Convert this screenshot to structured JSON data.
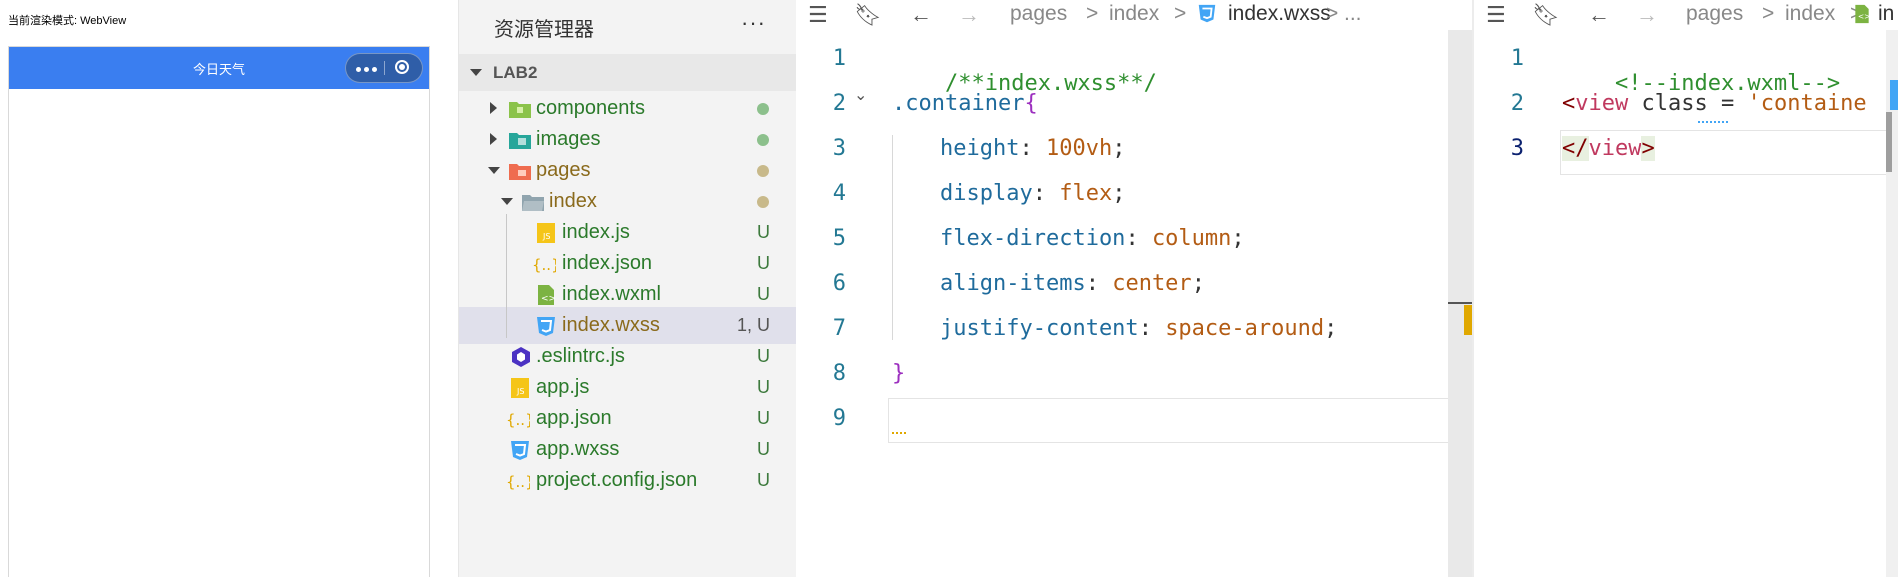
{
  "simulator": {
    "render_mode": "当前渲染模式: WebView",
    "nav_title": "今日天气"
  },
  "explorer": {
    "title": "资源管理器",
    "more": "···",
    "root": "LAB2",
    "items": [
      {
        "label": "components",
        "status": "",
        "color": "#2b7a2b"
      },
      {
        "label": "images",
        "status": "",
        "color": "#2b7a2b"
      },
      {
        "label": "pages",
        "status": "",
        "color": "#8a6a1c"
      },
      {
        "label": "index",
        "status": "",
        "color": "#8a6a1c"
      },
      {
        "label": "index.js",
        "status": "U",
        "color": "#2b7a2b"
      },
      {
        "label": "index.json",
        "status": "U",
        "color": "#2b7a2b"
      },
      {
        "label": "index.wxml",
        "status": "U",
        "color": "#2b7a2b"
      },
      {
        "label": "index.wxss",
        "status": "1, U",
        "color": "#8a6a1c"
      },
      {
        "label": ".eslintrc.js",
        "status": "U",
        "color": "#2b7a2b"
      },
      {
        "label": "app.js",
        "status": "U",
        "color": "#2b7a2b"
      },
      {
        "label": "app.json",
        "status": "U",
        "color": "#2b7a2b"
      },
      {
        "label": "app.wxss",
        "status": "U",
        "color": "#2b7a2b"
      },
      {
        "label": "project.config.json",
        "status": "U",
        "color": "#2b7a2b"
      }
    ]
  },
  "editor_left": {
    "breadcrumb": [
      "pages",
      "index",
      "index.wxss",
      "..."
    ],
    "line_numbers": [
      "1",
      "2",
      "3",
      "4",
      "5",
      "6",
      "7",
      "8",
      "9"
    ],
    "code": {
      "l1": "/**index.wxss**/",
      "l2_sel": ".container",
      "l2_brace": "{",
      "l3_prop": "height",
      "l3_val": "100vh",
      "l4_prop": "display",
      "l4_val": "flex",
      "l5_prop": "flex-direction",
      "l5_val": "column",
      "l6_prop": "align-items",
      "l6_val": "center",
      "l7_prop": "justify-content",
      "l7_val": "space-around",
      "l8_brace": "}",
      "colon": ":",
      "semi": ";"
    }
  },
  "editor_right": {
    "breadcrumb": [
      "pages",
      "index",
      "in"
    ],
    "line_numbers": [
      "1",
      "2",
      "3"
    ],
    "code": {
      "l1": "<!--index.wxml-->",
      "l2_open": "<",
      "l2_tag": "view",
      "l2_attr": " class",
      "l2_eq": " = ",
      "l2_str": "'containe",
      "l3_open": "</",
      "l3_tag": "view",
      "l3_close": ">"
    }
  }
}
